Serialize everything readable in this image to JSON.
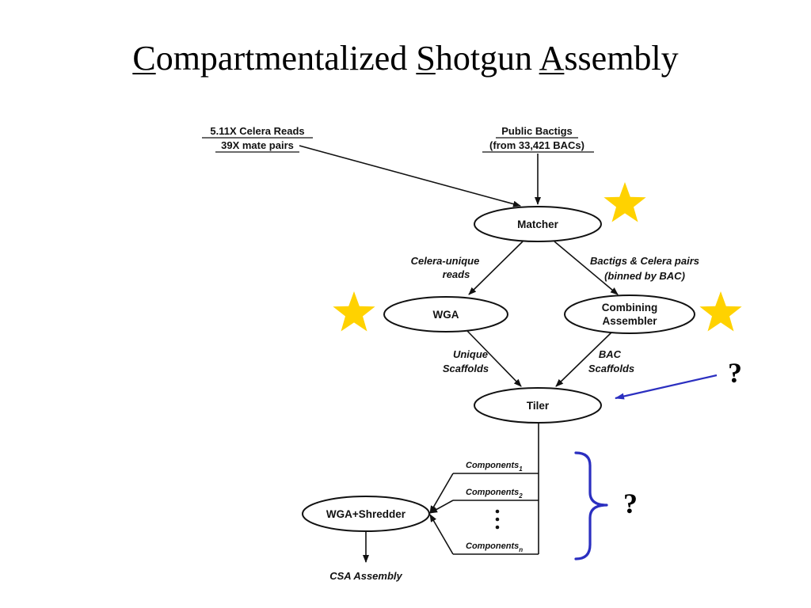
{
  "title": {
    "w1_first": "C",
    "w1_rest": "ompartmentalized",
    "w2_first": "S",
    "w2_rest": "hotgun",
    "w3_first": "A",
    "w3_rest": "ssembly"
  },
  "inputs": {
    "celera_line1": "5.11X Celera Reads",
    "celera_line2": "39X mate pairs",
    "public_line1": "Public Bactigs",
    "public_line2": "(from 33,421 BACs)"
  },
  "nodes": {
    "matcher": "Matcher",
    "wga": "WGA",
    "combining_line1": "Combining",
    "combining_line2": "Assembler",
    "tiler": "Tiler",
    "wga_shredder": "WGA+Shredder"
  },
  "edges": {
    "celera_unique_1": "Celera-unique",
    "celera_unique_2": "reads",
    "bactigs_pairs_1": "Bactigs & Celera pairs",
    "bactigs_pairs_2": "(binned by BAC)",
    "unique_scaffolds_1": "Unique",
    "unique_scaffolds_2": "Scaffolds",
    "bac_scaffolds_1": "BAC",
    "bac_scaffolds_2": "Scaffolds"
  },
  "components": {
    "c1": "Components",
    "c1_sub": "1",
    "c2": "Components",
    "c2_sub": "2",
    "cn": "Components",
    "cn_sub": "n"
  },
  "output": "CSA Assembly",
  "annotations": {
    "question_tiler": "?",
    "question_components": "?"
  },
  "colors": {
    "star": "#FFD200",
    "annotation": "#2B2FC0",
    "lines": "#111111"
  }
}
